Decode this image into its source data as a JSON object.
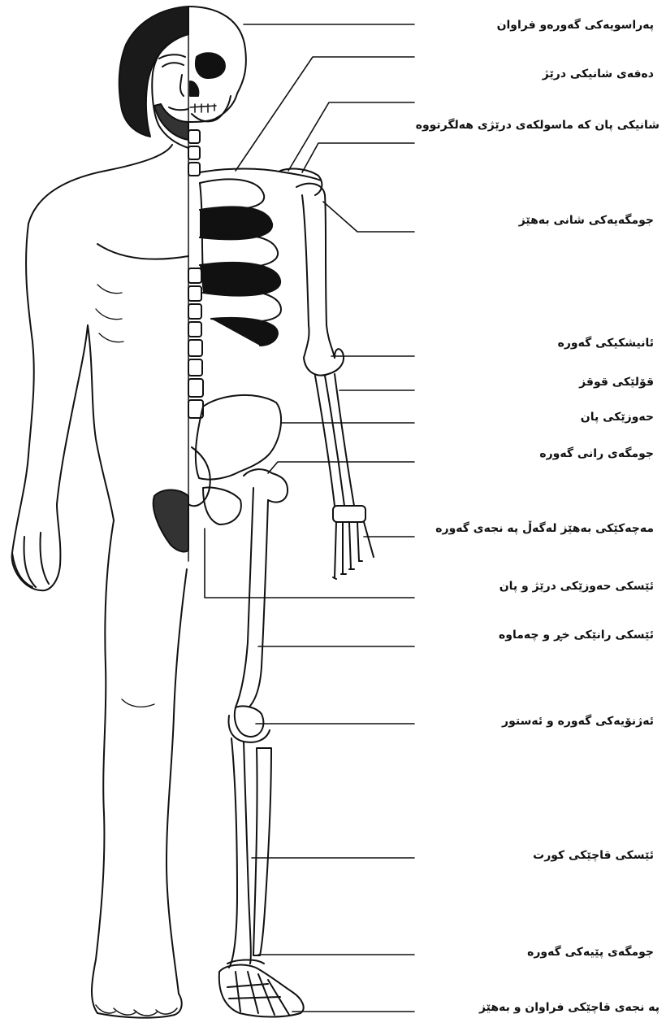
{
  "labels": [
    {
      "id": "skull",
      "text": "پەراسویەکی گەورەو فراوان"
    },
    {
      "id": "clavicle",
      "text": "دەفەی شانیکی درێژ"
    },
    {
      "id": "scapula",
      "text": "شانیکی پان کە ماسولکەی درێژی هەلگرتووە"
    },
    {
      "id": "shoulder-joint",
      "text": "جومگەیەکی شانی بەهێز"
    },
    {
      "id": "humerus",
      "text": "ئانیشکیکی گەورە"
    },
    {
      "id": "forearm",
      "text": "قۆلێکی قوقز"
    },
    {
      "id": "pelvis",
      "text": "حەوزێکی پان"
    },
    {
      "id": "hip-joint",
      "text": "جومگەی رانی گەورە"
    },
    {
      "id": "hand",
      "text": "مەچەکێکی بەهێز لەگەڵ پە نجەی گەورە"
    },
    {
      "id": "pelvic-bone",
      "text": "ئێسکی حەوزێکی درێژ و پان"
    },
    {
      "id": "femur",
      "text": "ئێسکی رانێکی خڕ و چەماوە"
    },
    {
      "id": "knee",
      "text": "ئەژنۆیەکی گەورە و ئەستور"
    },
    {
      "id": "tibia",
      "text": "ئێسکی قاچێکی کورت"
    },
    {
      "id": "ankle",
      "text": "جومگەی پێیەکی گەورە"
    },
    {
      "id": "toes",
      "text": "پە نجەی قاچێکی فراوان و بەهێز"
    }
  ],
  "colors": {
    "ink": "#111111",
    "paper": "#ffffff"
  }
}
